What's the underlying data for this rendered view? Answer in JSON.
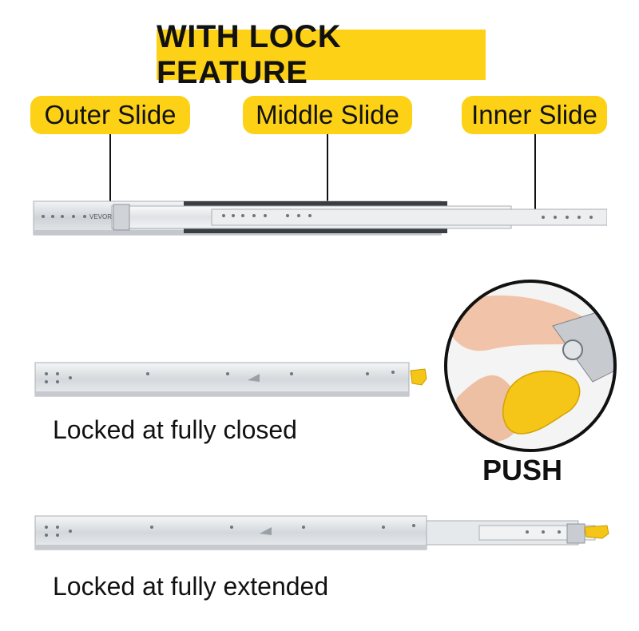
{
  "banner": {
    "title": "WITH LOCK FEATURE"
  },
  "callouts": {
    "outer": "Outer Slide",
    "middle": "Middle Slide",
    "inner": "Inner Slide"
  },
  "brand_mark": "VEVOR",
  "captions": {
    "closed": "Locked at fully closed",
    "extended": "Locked at fully extended"
  },
  "inset": {
    "label": "PUSH"
  },
  "colors": {
    "accent": "#FCD116",
    "lever": "#F5C518",
    "steel": "#D6D9DD"
  }
}
